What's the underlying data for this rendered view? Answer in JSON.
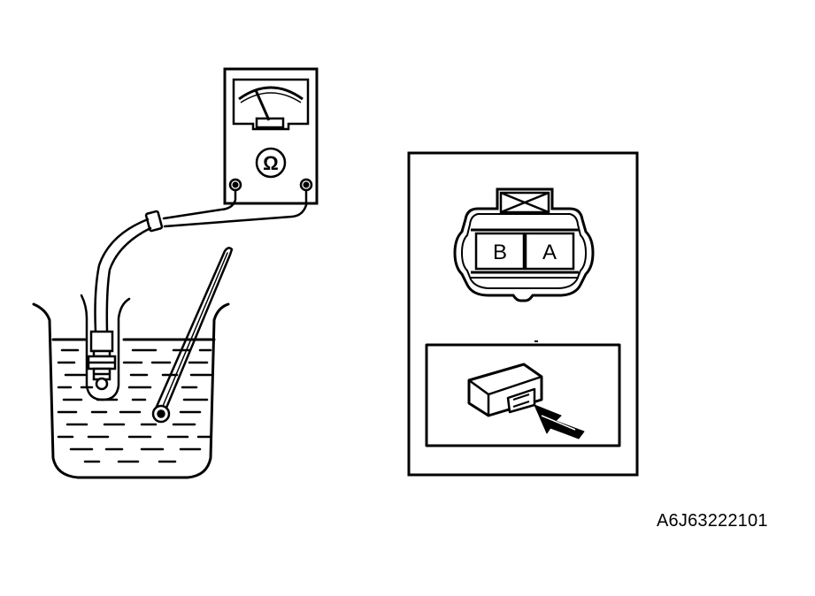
{
  "diagram": {
    "ohmmeter": {
      "symbol": "Ω"
    },
    "connector": {
      "pin_b": "B",
      "pin_a": "A"
    },
    "document_code": "A6J63222101"
  },
  "colors": {
    "ink": "#000000",
    "paper": "#ffffff"
  }
}
